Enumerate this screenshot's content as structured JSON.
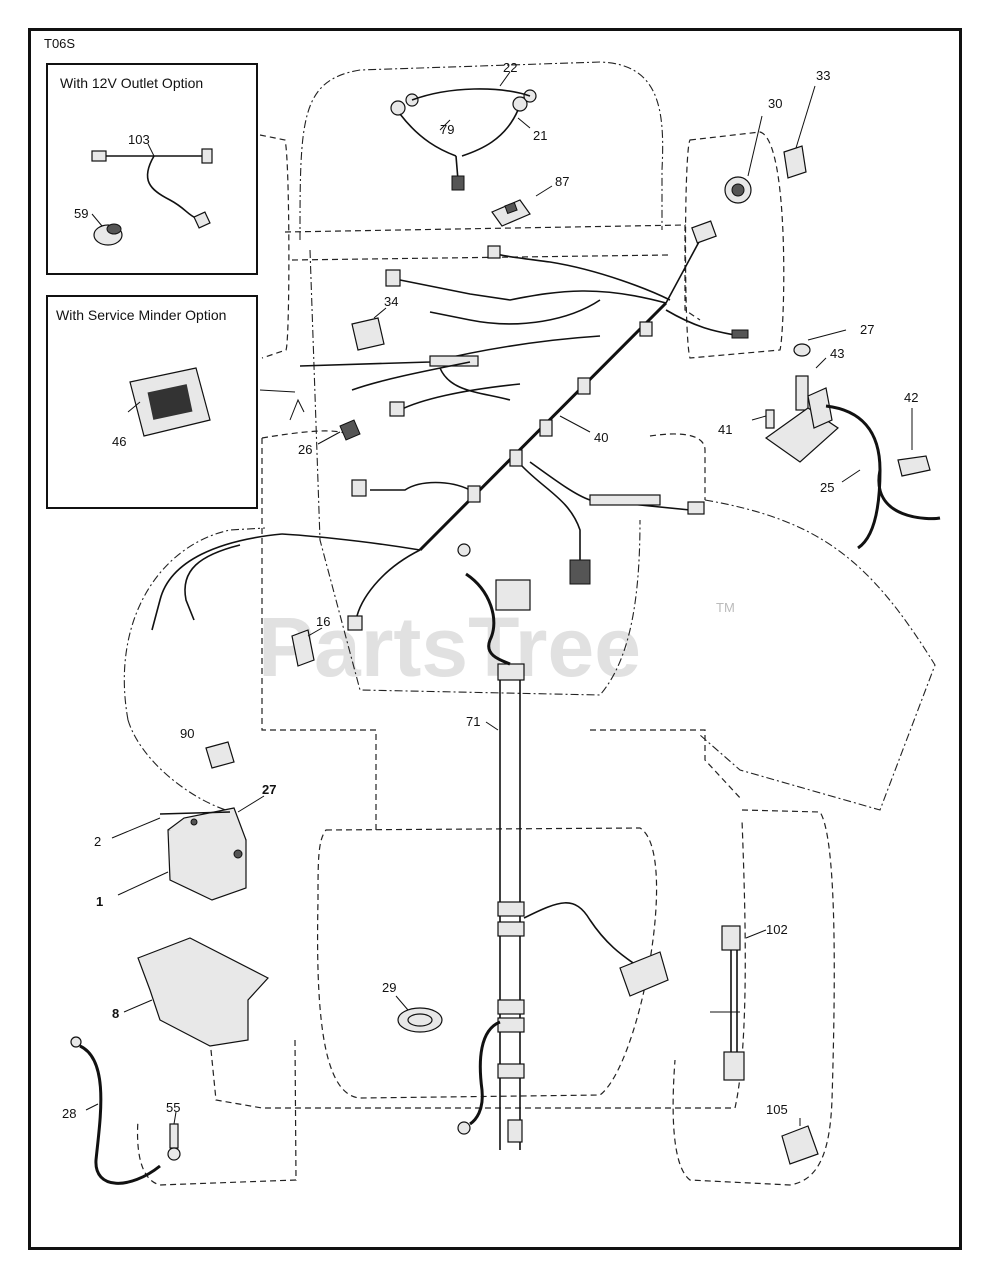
{
  "diagram_code": "T06S",
  "option_boxes": {
    "outlet": "With 12V Outlet Option",
    "service_minder": "With Service Minder Option"
  },
  "watermark": {
    "text": "PartsTree",
    "tm": "TM"
  },
  "callouts": {
    "c22": "22",
    "c79": "79",
    "c21": "21",
    "c33": "33",
    "c30": "30",
    "c87": "87",
    "c103": "103",
    "c59": "59",
    "c46": "46",
    "c34": "34",
    "c27a": "27",
    "c43": "43",
    "c42": "42",
    "c41": "41",
    "c25": "25",
    "c40": "40",
    "c26": "26",
    "c16": "16",
    "c71": "71",
    "c90": "90",
    "c27b": "27",
    "c2": "2",
    "c1": "1",
    "c8": "8",
    "c29": "29",
    "c102": "102",
    "c28": "28",
    "c55": "55",
    "c105": "105"
  }
}
